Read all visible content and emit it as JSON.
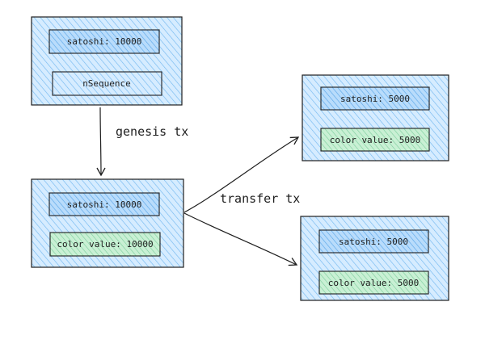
{
  "colors": {
    "outer_fill": "#a5d8ff",
    "outer_stroke": "#1e1e1e",
    "satoshi_fill": "#a5d8ff",
    "color_value_fill": "#b2f2bb",
    "nsequence_fill": "#a5d8ff",
    "stroke": "#1e1e1e"
  },
  "boxes": {
    "genesis_input": {
      "satoshi": "satoshi: 10000",
      "nsequence": "nSequence"
    },
    "genesis_output": {
      "satoshi": "satoshi: 10000",
      "color_value": "color value: 10000"
    },
    "transfer_output_1": {
      "satoshi": "satoshi: 5000",
      "color_value": "color value: 5000"
    },
    "transfer_output_2": {
      "satoshi": "satoshi: 5000",
      "color_value": "color value: 5000"
    }
  },
  "edges": {
    "genesis": "genesis tx",
    "transfer": "transfer tx"
  }
}
